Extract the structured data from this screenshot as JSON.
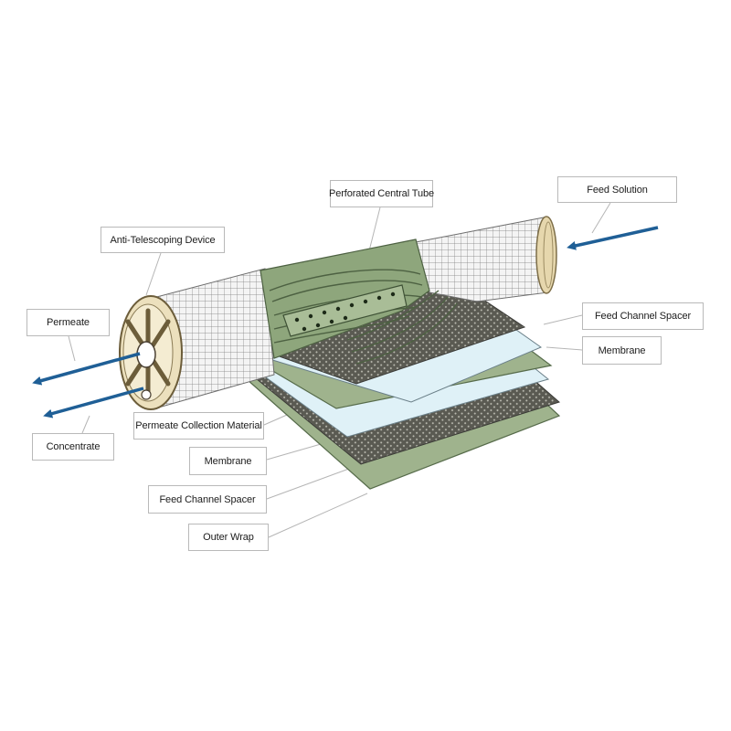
{
  "labels": {
    "feed_solution": "Feed Solution",
    "perforated_central_tube": "Perforated Central Tube",
    "anti_telescoping_device": "Anti-Telescoping Device",
    "feed_channel_spacer_right": "Feed Channel Spacer",
    "permeate": "Permeate",
    "membrane_right": "Membrane",
    "permeate_collection_material": "Permeate Collection Material",
    "concentrate": "Concentrate",
    "membrane_left": "Membrane",
    "feed_channel_spacer_left": "Feed Channel Spacer",
    "outer_wrap": "Outer Wrap"
  },
  "icons": {
    "flow_arrow": "arrow-icon"
  },
  "colors": {
    "arrow_blue": "#1f5f96",
    "membrane_green": "#9fb38d",
    "membrane_green_dark": "#6f8a60",
    "membrane_blue": "#dff1f7",
    "spacer_dark": "#4a4a44",
    "mesh_grey": "#f2f2f2",
    "end_cap_tan": "#ece0bd",
    "leader_line": "#b5b5b5"
  }
}
